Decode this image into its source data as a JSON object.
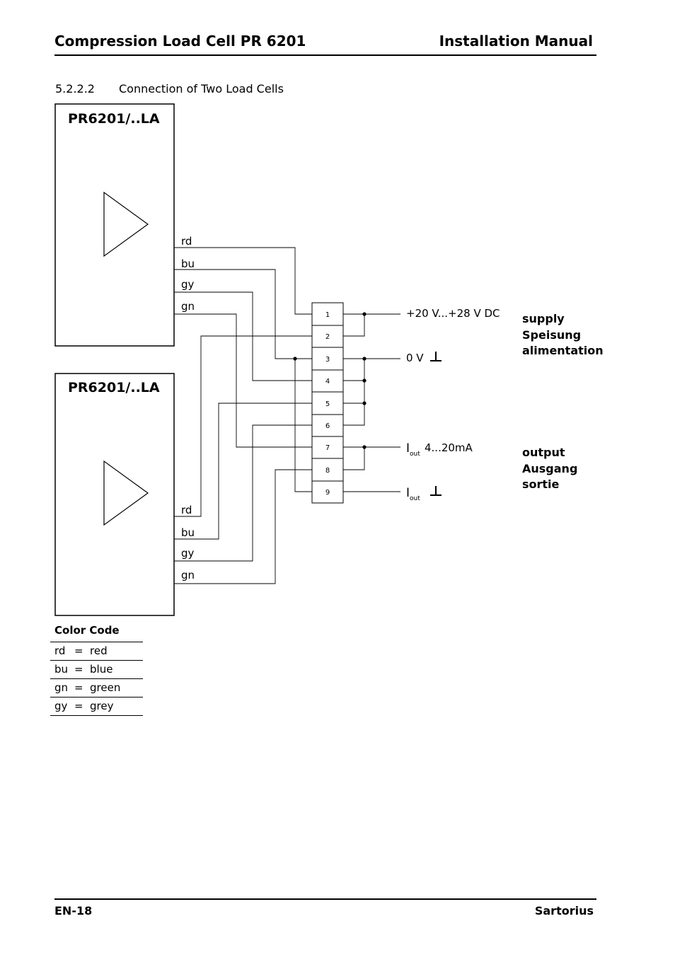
{
  "header": {
    "title": "Compression Load Cell PR 6201",
    "manual": "Installation Manual"
  },
  "section": {
    "number": "5.2.2.2",
    "title": "Connection of Two Load Cells"
  },
  "diagram": {
    "cell_top_label": "PR6201/..LA",
    "cell_bottom_label": "PR6201/..LA",
    "top_wires": [
      "rd",
      "bu",
      "gy",
      "gn"
    ],
    "bottom_wires": [
      "rd",
      "bu",
      "gy",
      "gn"
    ],
    "terminals": [
      "1",
      "2",
      "3",
      "4",
      "5",
      "6",
      "7",
      "8",
      "9"
    ],
    "supply_plus": "+20 V...+28 V DC",
    "zero_volt": "0 V",
    "iout_letter": "I",
    "iout_sub": "out",
    "iout_range": "4...20mA",
    "supply_labels": [
      "supply",
      "Speisung",
      "alimentation"
    ],
    "output_labels": [
      "output",
      "Ausgang",
      "sortie"
    ]
  },
  "color_code": {
    "title": "Color Code",
    "rows": [
      {
        "abbr": "rd",
        "eq": "=",
        "name": "red"
      },
      {
        "abbr": "bu",
        "eq": "=",
        "name": "blue"
      },
      {
        "abbr": "gn",
        "eq": "=",
        "name": "green"
      },
      {
        "abbr": "gy",
        "eq": "=",
        "name": "grey"
      }
    ]
  },
  "footer": {
    "page": "EN-18",
    "brand": "Sartorius"
  }
}
